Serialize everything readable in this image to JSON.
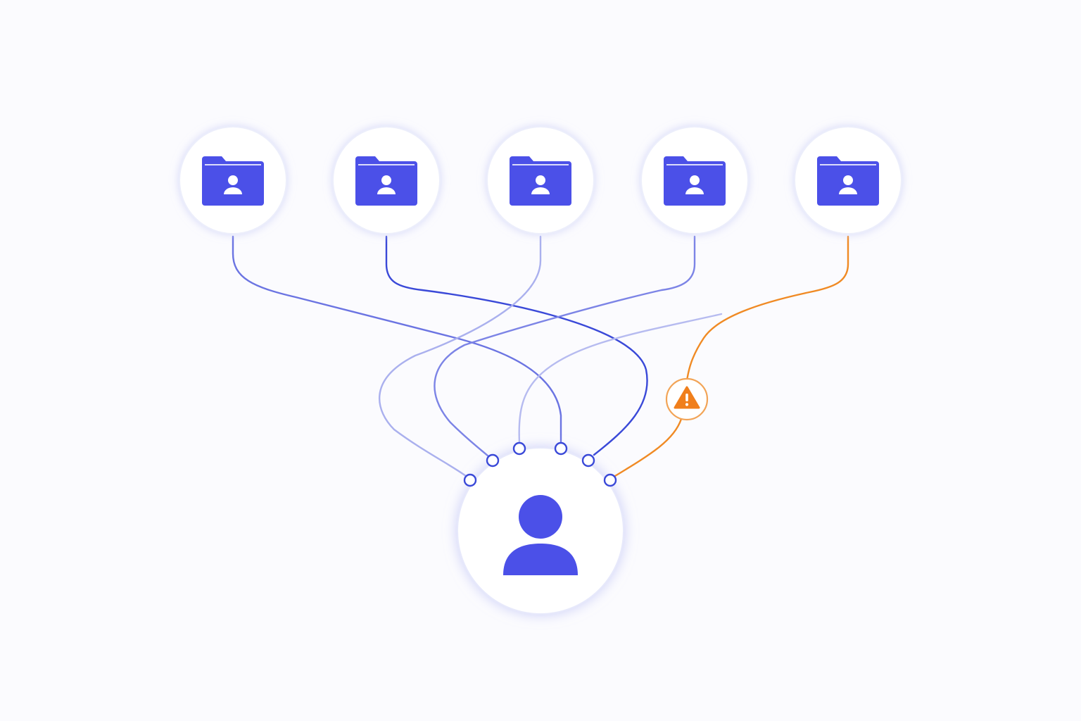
{
  "diagram": {
    "folders": [
      {
        "id": "folder-1",
        "icon": "user-folder-icon",
        "link_state": "normal"
      },
      {
        "id": "folder-2",
        "icon": "user-folder-icon",
        "link_state": "normal"
      },
      {
        "id": "folder-3",
        "icon": "user-folder-icon",
        "link_state": "normal"
      },
      {
        "id": "folder-4",
        "icon": "user-folder-icon",
        "link_state": "normal"
      },
      {
        "id": "folder-5",
        "icon": "user-folder-icon",
        "link_state": "warning"
      }
    ],
    "user": {
      "icon": "user-icon"
    },
    "warning_badge": {
      "icon": "warning-triangle-icon"
    },
    "disconnected_line": {
      "icon": "faded-line"
    }
  },
  "colors": {
    "background": "#fbfbfe",
    "accent": "#4b50e8",
    "line_strong": "#3a49d8",
    "line_medium": "#6b74e2",
    "line_light": "#aab0ee",
    "warning": "#f08a24",
    "node_fill": "#ffffff",
    "node_glow": "#e3e5fb"
  }
}
